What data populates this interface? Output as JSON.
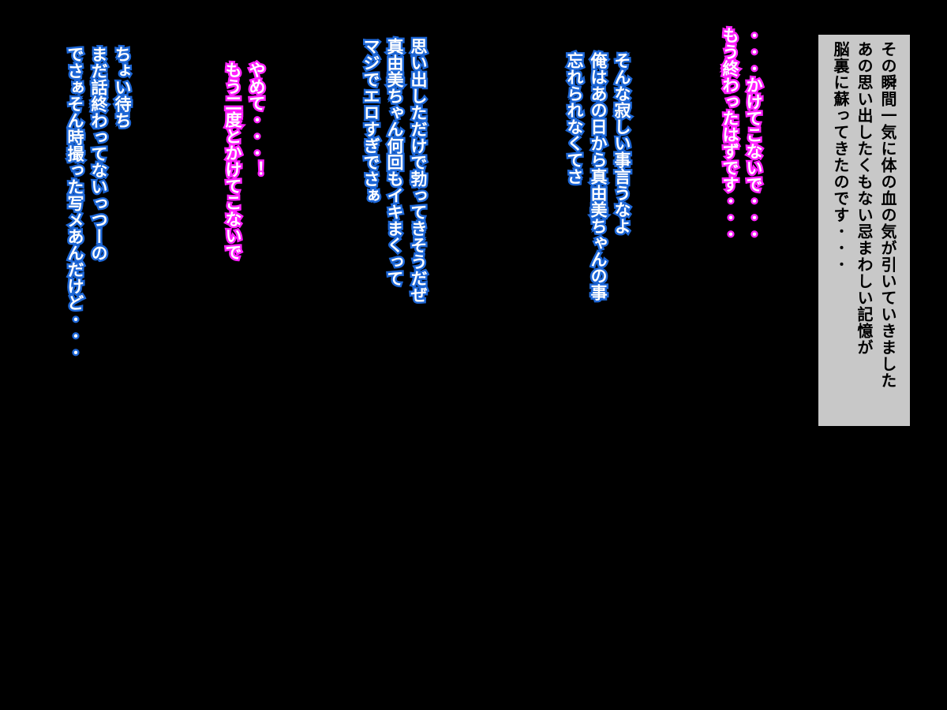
{
  "narration": {
    "text": "その瞬間一気に体の血の気が引いていきました\nあの思い出したくもない忌まわしい記憶が\n脳裏に蘇ってきたのです･･･"
  },
  "dialogues": [
    {
      "text": "･･･かけてこないで･･･\nもう終わったはずです･･･",
      "color": "#ff21ff"
    },
    {
      "text": "そんな寂しい事言うなよ\n俺はあの日から真由美ちゃんの事\n忘れられなくてさ",
      "color": "#1e67d6"
    },
    {
      "text": "思い出しただけで勃ってきそうだぜ\n真由美ちゃん何回もイキまくって\nマジでエロすぎでさぁ",
      "color": "#1e67d6"
    },
    {
      "text": "やめて･･･！\nもう二度とかけてこないで",
      "color": "#ff21ff"
    },
    {
      "text": "ちょい待ち\nまだ話終わってないっつーの\nでさぁそん時撮った写メあんだけど･･･",
      "color": "#1e67d6"
    }
  ]
}
